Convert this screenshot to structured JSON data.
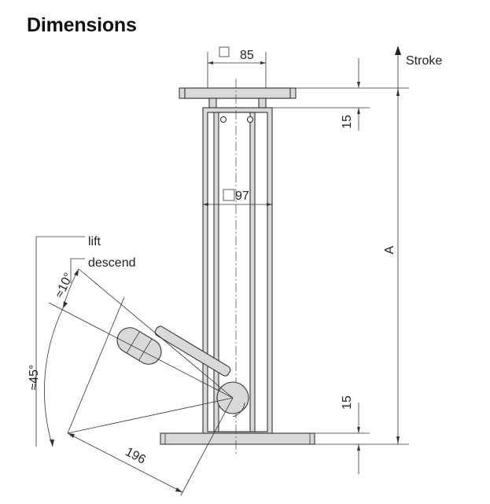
{
  "title": "Dimensions",
  "labels": {
    "top_plate_dim": "85",
    "column_dim": "97",
    "stroke": "Stroke",
    "top_offset": "15",
    "bottom_offset": "15",
    "overall_height": "A",
    "lift": "lift",
    "descend": "descend",
    "angle_small": "≈10°",
    "angle_large": "≈45°",
    "handle_length": "196"
  },
  "colors": {
    "metal_fill": "#d9d9d9",
    "line": "#333333",
    "background": "#ffffff"
  }
}
